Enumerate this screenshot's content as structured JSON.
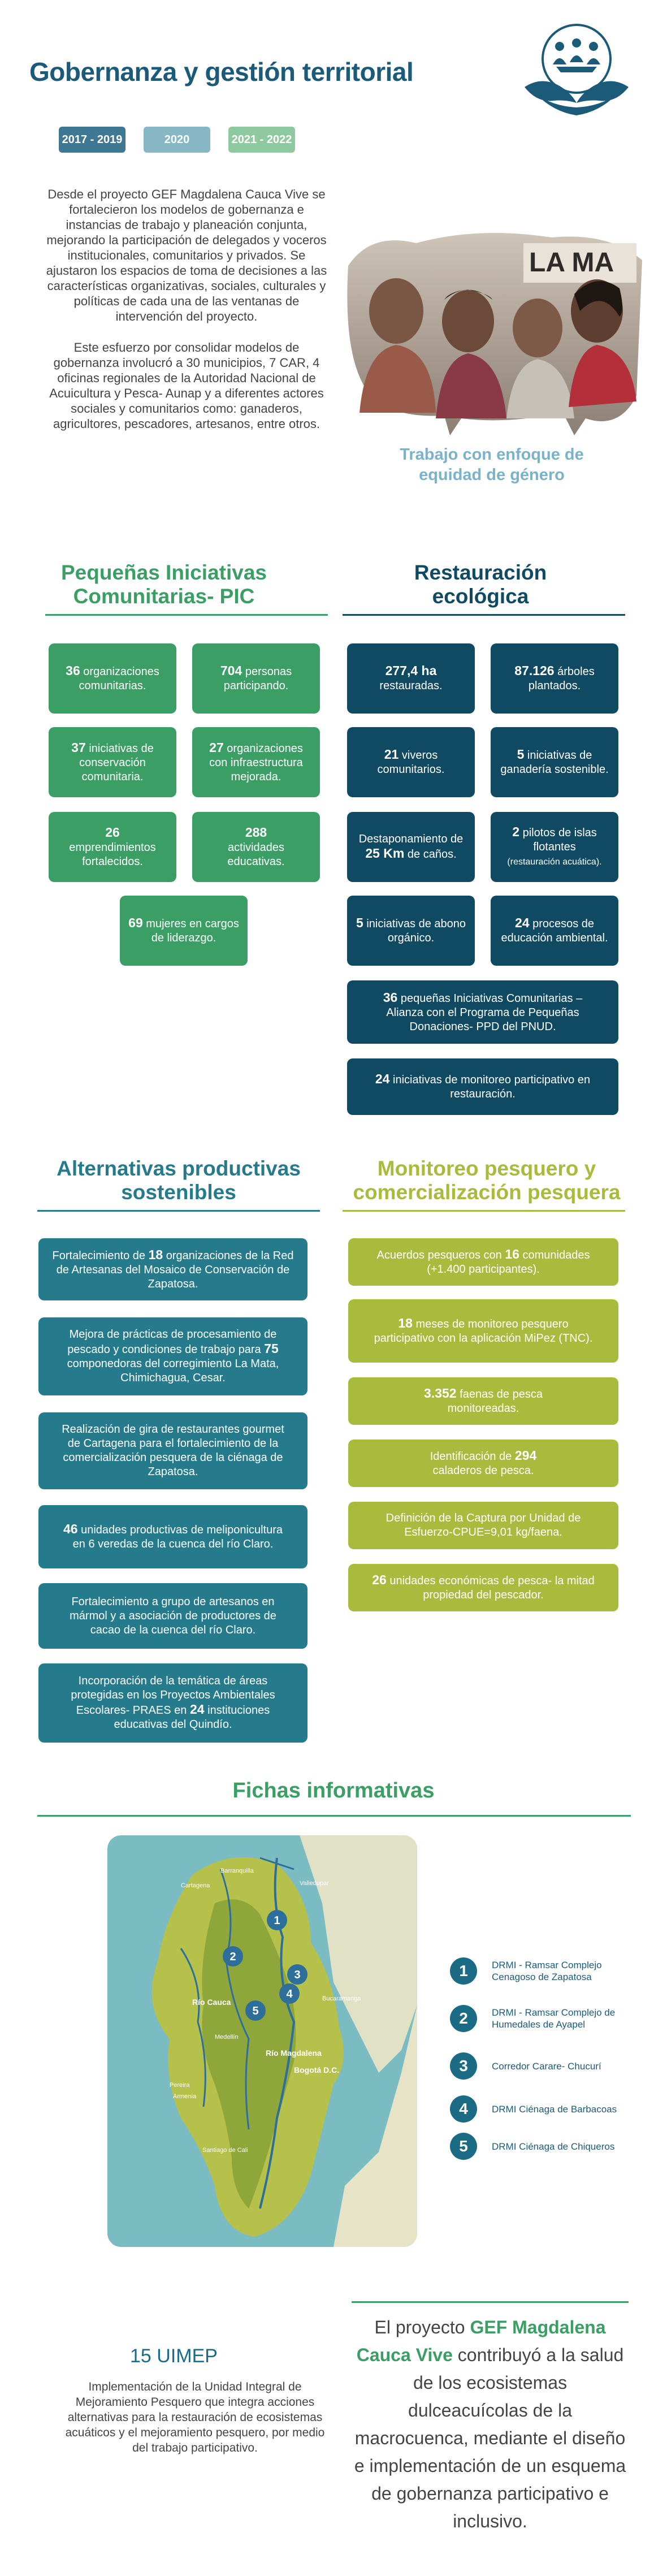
{
  "header": {
    "title": "Gobernanza y gestión territorial",
    "years": [
      {
        "label": "2017 - 2019",
        "color": "#3f7892"
      },
      {
        "label": "2020",
        "color": "#87b6c4"
      },
      {
        "label": "2021 - 2022",
        "color": "#8fc9a0"
      }
    ]
  },
  "intro": {
    "p1": "Desde el proyecto GEF Magdalena Cauca Vive se fortalecieron los modelos de gobernanza e instancias de trabajo y planeación conjunta, mejorando la participación de delegados y voceros institucionales, comunitarios y privados. Se ajustaron los espacios de toma de decisiones a las características organizativas, sociales, culturales y políticas de cada una de las ventanas de intervención del proyecto.",
    "p2": "Este esfuerzo por consolidar modelos de gobernanza involucró a 30 municipios, 7 CAR, 4 oficinas regionales de la Autoridad Nacional de Acuicultura y Pesca- Aunap y a diferentes actores sociales y comunitarios como: ganaderos, agricultores, pescadores, artesanos, entre otros.",
    "caption": "Trabajo con enfoque de equidad de género",
    "photo_banner": "LA MA"
  },
  "pic": {
    "title": "Pequeñas Iniciativas Comunitarias- PIC",
    "cards": [
      {
        "num": "36",
        "text": " organizaciones comunitarias."
      },
      {
        "num": "704",
        "text": " personas participando."
      },
      {
        "num": "37",
        "text": " iniciativas de conservación comunitaria."
      },
      {
        "num": "27",
        "text": " organizaciones con infraestructura mejorada."
      },
      {
        "num": "26",
        "text": "emprendimientos fortalecidos."
      },
      {
        "num": "288",
        "text": "actividades educativas."
      },
      {
        "num": "69",
        "text": " mujeres en cargos de liderazgo."
      }
    ]
  },
  "restauracion": {
    "title": "Restauración ecológica",
    "cards": [
      {
        "num": "277,4 ha",
        "text": "restauradas."
      },
      {
        "num": "87.126",
        "text": " árboles plantados."
      },
      {
        "num": "21",
        "text": " viveros comunitarios."
      },
      {
        "num": "5",
        "text": " iniciativas de ganadería sostenible."
      },
      {
        "pre": "Destaponamiento de ",
        "num": "25 Km",
        "text": " de caños."
      },
      {
        "num": "2",
        "text": " pilotos de islas flotantes",
        "small": "(restauración acuática)."
      },
      {
        "num": "5",
        "text": " iniciativas de abono orgánico."
      },
      {
        "num": "24",
        "text": " procesos de educación ambiental."
      },
      {
        "num": "36",
        "text": " pequeñas Iniciativas Comunitarias – Alianza con el Programa de Pequeñas Donaciones- PPD del PNUD."
      },
      {
        "num": "24",
        "text": " iniciativas de monitoreo participativo en restauración."
      }
    ]
  },
  "alternativas": {
    "title": "Alternativas productivas sostenibles",
    "cards": [
      {
        "pre": "Fortalecimiento de ",
        "num": "18",
        "text": " organizaciones de la Red de Artesanas del Mosaico de Conservación de Zapatosa."
      },
      {
        "pre": "Mejora de prácticas de procesamiento de pescado y condiciones de trabajo para ",
        "num": "75",
        "text": " componedoras del corregimiento La Mata, Chimichagua, Cesar."
      },
      {
        "text": "Realización de gira de restaurantes gourmet de Cartagena para el fortalecimiento de la comercialización pesquera de la ciénaga de Zapatosa."
      },
      {
        "num": "46",
        "text": " unidades productivas de meliponicultura en 6 veredas de la cuenca del río Claro."
      },
      {
        "text": "Fortalecimiento a grupo de artesanos en mármol y a asociación de productores de cacao de la cuenca del río Claro."
      },
      {
        "pre": "Incorporación de la temática de áreas protegidas en los Proyectos Ambientales Escolares- PRAES en ",
        "num": "24",
        "text": " instituciones educativas del Quindío."
      }
    ]
  },
  "monitoreo": {
    "title": "Monitoreo pesquero y comercialización pesquera",
    "cards": [
      {
        "pre": "Acuerdos pesqueros con ",
        "num": "16",
        "text": " comunidades (+1.400 participantes)."
      },
      {
        "num": "18",
        "text": " meses de monitoreo pesquero participativo con la aplicación MiPez (TNC)."
      },
      {
        "num": "3.352",
        "text": " faenas de pesca monitoreadas."
      },
      {
        "pre": "Identificación de ",
        "num": "294",
        "text": " caladeros de pesca."
      },
      {
        "text": "Definición de la Captura por Unidad de Esfuerzo-CPUE=9,01 kg/faena."
      },
      {
        "num": "26",
        "text": " unidades económicas de pesca- la mitad propiedad del pescador."
      }
    ]
  },
  "fichas": {
    "title": "Fichas informativas",
    "map_labels": {
      "rio_cauca": "Río Cauca",
      "rio_magdalena": "Río Magdalena",
      "bogota": "Bogotá D.C.",
      "cartagena": "Cartagena",
      "barranquilla": "Barranquilla",
      "medellin": "Medellín",
      "bucaramanga": "Bucaramanga",
      "armenia": "Armenia",
      "pereira": "Pereira",
      "valledupar": "Valledupar",
      "santiago": "Santiago de Cali"
    },
    "items": [
      {
        "num": "1",
        "text": "DRMI - Ramsar Complejo Cenagoso de Zapatosa"
      },
      {
        "num": "2",
        "text": "DRMI - Ramsar Complejo de Humedales de Ayapel"
      },
      {
        "num": "3",
        "text": "Corredor Carare- Chucurí"
      },
      {
        "num": "4",
        "text": "DRMI Ciénaga de Barbacoas"
      },
      {
        "num": "5",
        "text": "DRMI Ciénaga de Chiqueros"
      }
    ]
  },
  "uimep": {
    "title": "15 UIMEP",
    "text": "Implementación de la Unidad Integral de Mejoramiento Pesquero que integra acciones alternativas para la restauración de ecosistemas acuáticos y el mejoramiento pesquero, por medio del trabajo participativo."
  },
  "closing": {
    "pre": "El proyecto ",
    "highlight": "GEF Magdalena Cauca Vive",
    "text": " contribuyó a la salud de los ecosistemas dulceacuícolas de la macrocuenca, mediante el diseño e implementación de un esquema de gobernanza participativo e inclusivo."
  },
  "colors": {
    "primary": "#1c5a7a",
    "pic_green": "#3a9e65",
    "restauracion_navy": "#0f4a62",
    "alternativas_teal": "#257b8c",
    "monitoreo_olive": "#a8bb3c"
  }
}
